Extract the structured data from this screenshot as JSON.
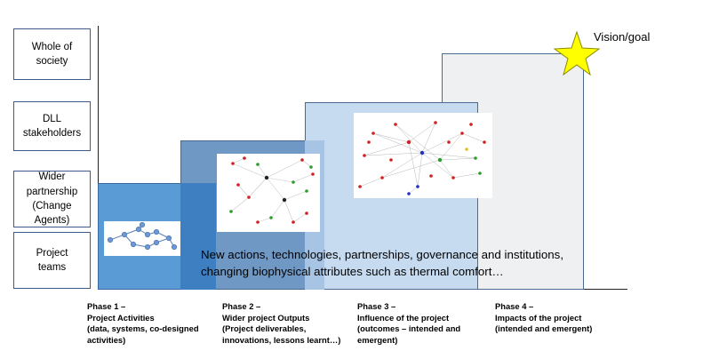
{
  "levels": [
    "Whole of\nsociety",
    "DLL\nstakeholders",
    "Wider\npartnership\n(Change\nAgents)",
    "Project\nteams"
  ],
  "phases": [
    "Phase 1 –\nProject Activities\n(data, systems, co-designed\nactivities)",
    "Phase 2 –\nWider project Outputs\n(Project deliverables,\ninnovations, lessons learnt…)",
    "Phase  3 –\nInfluence of the project\n(outcomes – intended and\nemergent)",
    "Phase  4 –\nImpacts of the project\n(intended and emergent)"
  ],
  "body_text": "New actions, technologies, partnerships, governance and institutions,\nchanging biophysical attributes such as thermal comfort…",
  "vision_label": "Vision/goal",
  "colors": {
    "phase1": "#5b9bd5",
    "phase1_overlap": "#3d7fc0",
    "phase2": "#6f95c0",
    "phase3": "#c5daf0",
    "phase4": "#eef0f2",
    "star": "#ffff00"
  }
}
